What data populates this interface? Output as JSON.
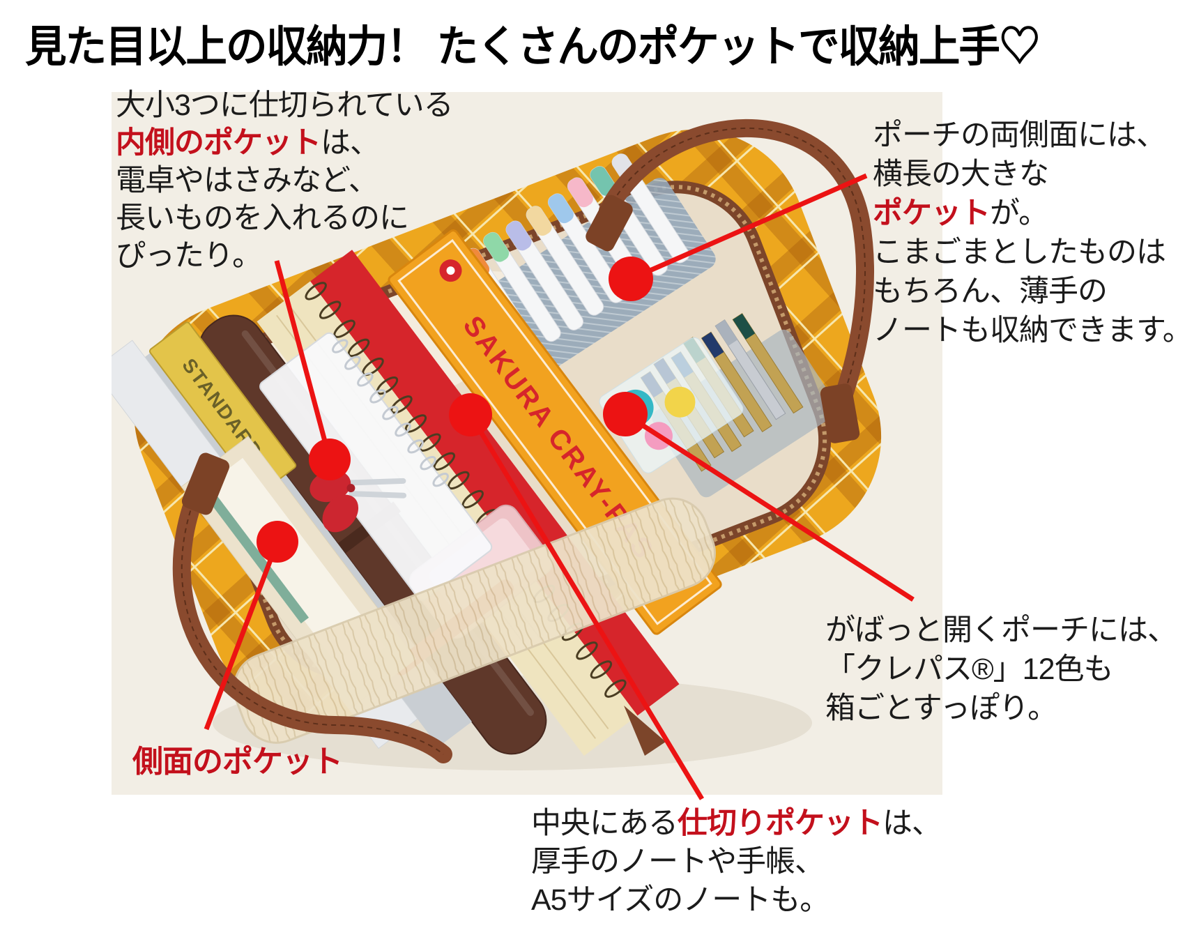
{
  "title": "見た目以上の収納力！ たくさんのポケットで収納上手♡",
  "colors": {
    "title_black": "#000000",
    "body_text": "#1b1b1b",
    "highlight_red": "#c3101c",
    "marker_red": "#ec1313",
    "photo_background": "#f2eee5",
    "pouch_yellow": "#eda71e",
    "pouch_plaid_dark": "#d18a18",
    "handle_brown": "#8a4a2e",
    "lining_beige": "#e9ddc9",
    "crayon_box_orange": "#f2a21f",
    "notebook_red": "#d6252b"
  },
  "callouts": {
    "inner_pocket": {
      "line1": "大小3つに仕切られている",
      "highlight": "内側のポケット",
      "line2_rest": "は、",
      "line3": "電卓やはさみなど、",
      "line4": "長いものを入れるのに",
      "line5": "ぴったり。"
    },
    "side_panel_pocket": {
      "line1": "ポーチの両側面には、",
      "line2": "横長の大きな",
      "highlight": "ポケット",
      "line3_rest": "が。",
      "line4": "こまごまとしたものは",
      "line5": "もちろん、薄手の",
      "line6": "ノートも収納できます。"
    },
    "wide_opening": {
      "line1": "がばっと開くポーチには、",
      "line2": "「クレパス®」12色も",
      "line3": "箱ごとすっぽり。"
    },
    "center_divider": {
      "pre": "中央にある",
      "highlight": "仕切りポケット",
      "post": "は、",
      "line2": "厚手のノートや手帳、",
      "line3": "A5サイズのノートも。"
    },
    "side_pocket": {
      "label": "側面のポケット"
    }
  },
  "photo_items": {
    "crayon_box_label": "SAKURA CRAY-PAS",
    "standard_box_label": "STANDARD"
  }
}
